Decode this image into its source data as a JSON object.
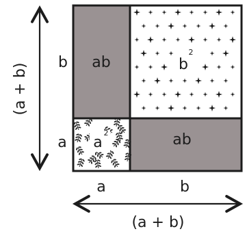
{
  "colors": {
    "ab_fill": "#9a9293",
    "outline": "#1c1c1c",
    "stars": "#1c1c1c",
    "leaves": "#2b2b2b"
  },
  "icons": {
    "b_squared_pattern": "four-point-star-pattern",
    "a_squared_pattern": "leaf-sprig-pattern"
  },
  "labels": {
    "left_span": "(a + b)",
    "bottom_span": "(a + b)",
    "left_b": "b",
    "left_a": "a",
    "bottom_a": "a",
    "bottom_b": "b"
  },
  "cells": {
    "top_left": "ab",
    "top_right_base": "b",
    "top_right_exp": "2",
    "bottom_left_base": "a",
    "bottom_left_exp": "2",
    "bottom_right": "ab"
  }
}
